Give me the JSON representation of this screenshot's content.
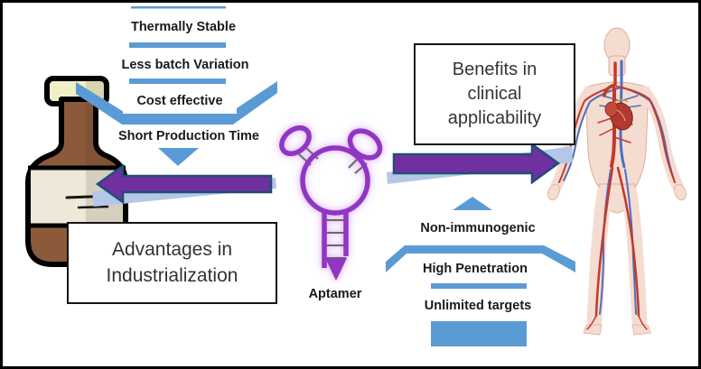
{
  "diagram": {
    "left_flow": {
      "items": [
        "Thermally Stable",
        "Less batch Variation",
        "Cost effective",
        "Short Production Time"
      ],
      "box_label": "Advantages in\nIndustrialization"
    },
    "right_flow": {
      "items": [
        "Non-immunogenic",
        "High Penetration",
        "Unlimited targets"
      ],
      "box_label": "Benefits in\nclinical\napplicability"
    },
    "center": {
      "label": "Aptamer"
    },
    "icons": {
      "left": "medicine-bottle-icon",
      "center": "aptamer-structure-icon",
      "right": "human-circulatory-figure-icon"
    },
    "colors": {
      "accent_blue": "#5B9BD5",
      "light_blue": "#B4C7E7",
      "arrow_purple": "#7030A0",
      "arrow_outline": "#1F4E79",
      "aptamer_purple": "#9136C2"
    }
  }
}
